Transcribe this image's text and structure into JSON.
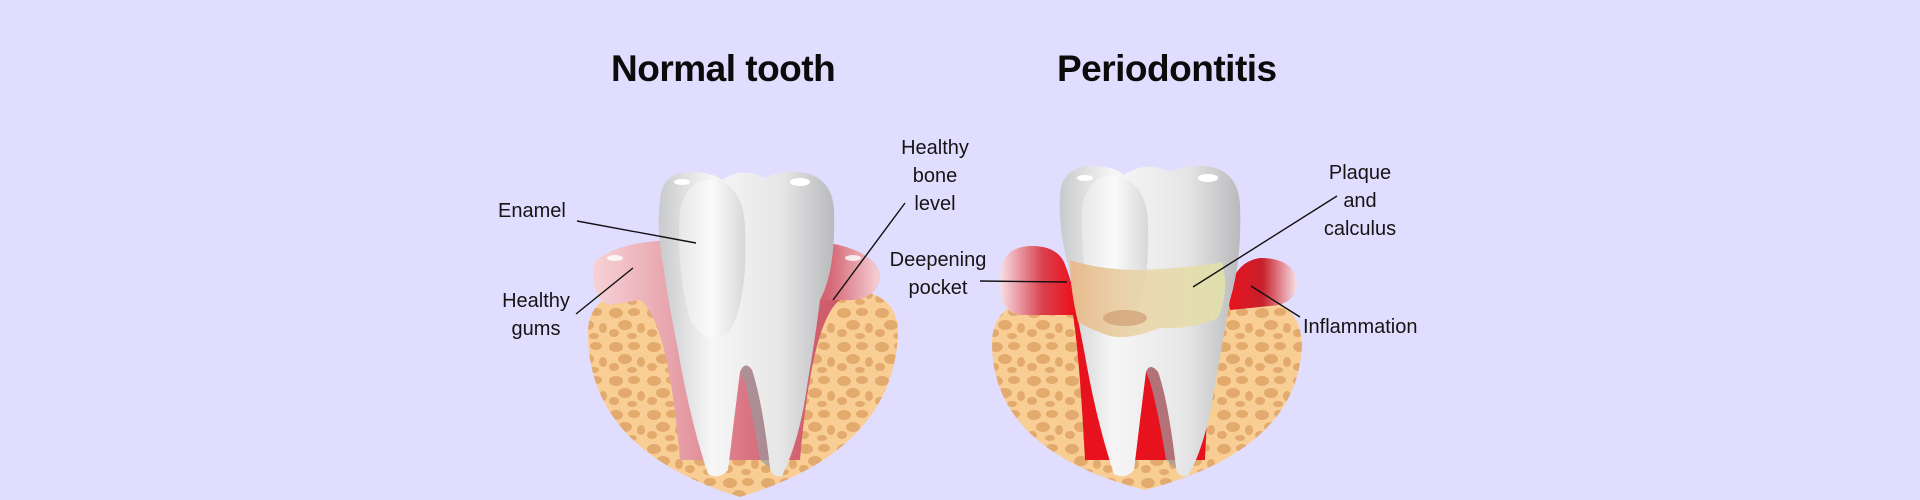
{
  "diagram": {
    "background_color": "#E1DDFF",
    "panels": [
      {
        "id": "normal",
        "title": "Normal tooth",
        "labels": {
          "enamel": "Enamel",
          "healthy_gums": [
            "Healthy",
            "gums"
          ],
          "healthy_bone_level": [
            "Healthy",
            "bone",
            "level"
          ]
        }
      },
      {
        "id": "periodontitis",
        "title": "Periodontitis",
        "labels": {
          "deepening_pocket": [
            "Deepening",
            "pocket"
          ],
          "plaque_and_calculus": [
            "Plaque",
            "and",
            "calculus"
          ],
          "inflammation": "Inflammation"
        }
      }
    ],
    "colors": {
      "bone": "#F9CE94",
      "bone_spots": "#E3AA6E",
      "healthy_gum": "#D66A78",
      "healthy_gum_light": "#F4C6CC",
      "inflamed_gum": "#E8121E",
      "plaque": "#E7C49A",
      "tooth": "#F2F2F2",
      "tooth_shadow": "#BFC0C2",
      "leader_line": "#111111"
    }
  }
}
